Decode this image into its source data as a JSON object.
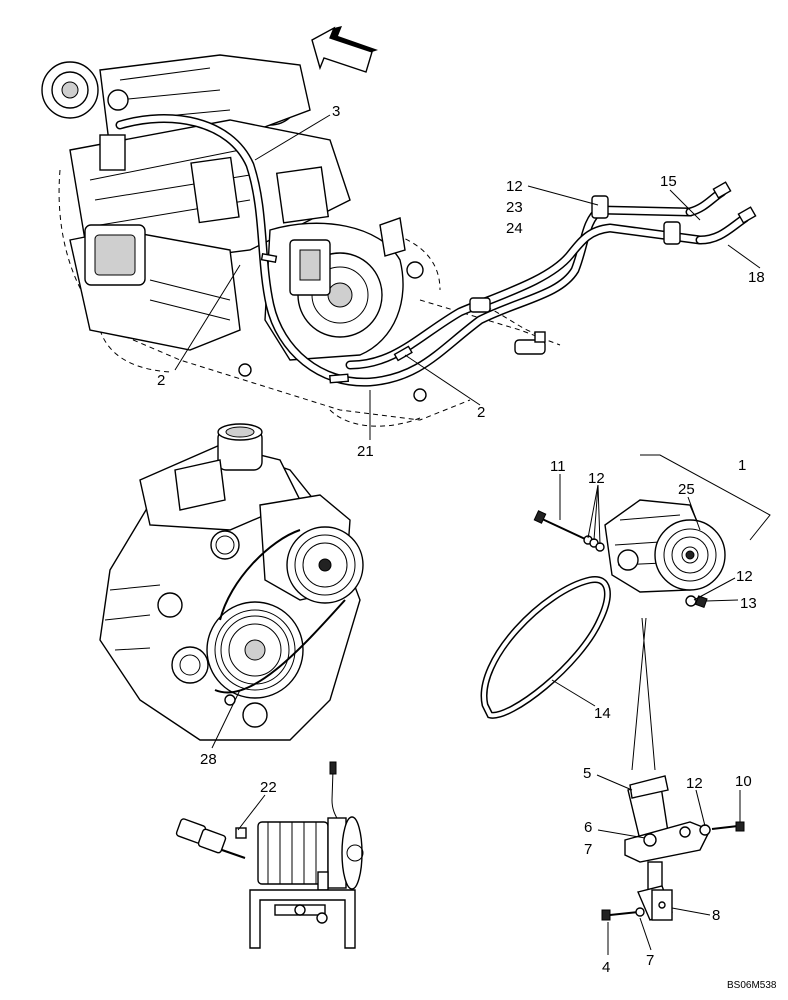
{
  "callouts": {
    "c1": "1",
    "c2a": "2",
    "c2b": "2",
    "c3": "3",
    "c4": "4",
    "c5": "5",
    "c6": "6",
    "c7a": "7",
    "c7b": "7",
    "c8": "8",
    "c10": "10",
    "c11": "11",
    "c12a": "12",
    "c12b": "12",
    "c12c": "12",
    "c12d": "12",
    "c13": "13",
    "c14": "14",
    "c15": "15",
    "c18": "18",
    "c21": "21",
    "c22": "22",
    "c23": "23",
    "c24": "24",
    "c25": "25",
    "c28": "28"
  },
  "reference_code": "BS06M538"
}
